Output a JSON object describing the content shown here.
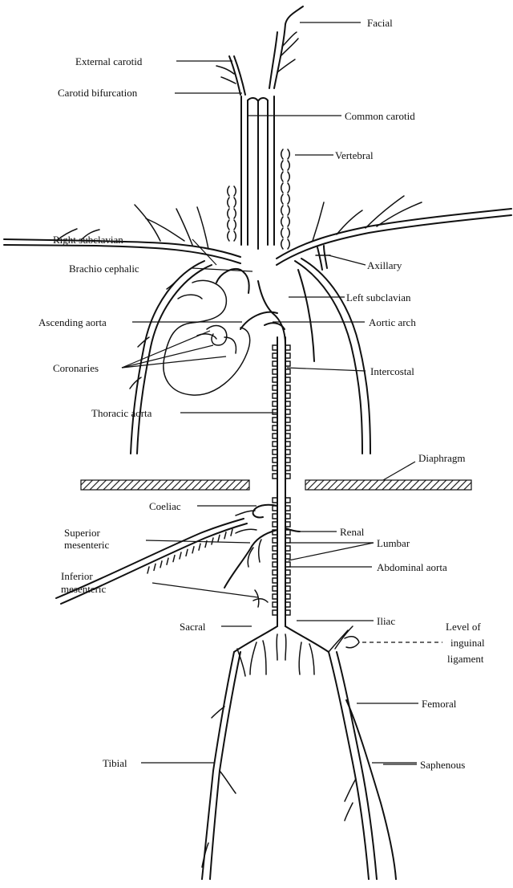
{
  "labels": {
    "facial": "Facial",
    "external_carotid": "External carotid",
    "carotid_bifurcation": "Carotid bifurcation",
    "common_carotid": "Common carotid",
    "vertebral": "Vertebral",
    "right_subclavian": "Right subclavian",
    "axillary": "Axillary",
    "brachio_cephalic": "Brachio cephalic",
    "left_subclavian": "Left subclavian",
    "ascending_aorta": "Ascending aorta",
    "aortic_arch": "Aortic arch",
    "coronaries": "Coronaries",
    "intercostal": "Intercostal",
    "thoracic_aorta": "Thoracic aorta",
    "diaphragm": "Diaphragm",
    "coeliac": "Coeliac",
    "renal": "Renal",
    "superior_mesenteric_1": "Superior",
    "superior_mesenteric_2": "mesenteric",
    "lumbar": "Lumbar",
    "abdominal_aorta": "Abdominal aorta",
    "inferior_mesenteric_1": "Inferior",
    "inferior_mesenteric_2": "mesenteric",
    "sacral": "Sacral",
    "iliac": "Iliac",
    "inguinal_1": "Level of",
    "inguinal_2": "inguinal",
    "inguinal_3": "ligament",
    "femoral": "Femoral",
    "saphenous": "Saphenous",
    "tibial": "Tibial"
  },
  "colors": {
    "ink": "#111111",
    "background": "#ffffff"
  }
}
